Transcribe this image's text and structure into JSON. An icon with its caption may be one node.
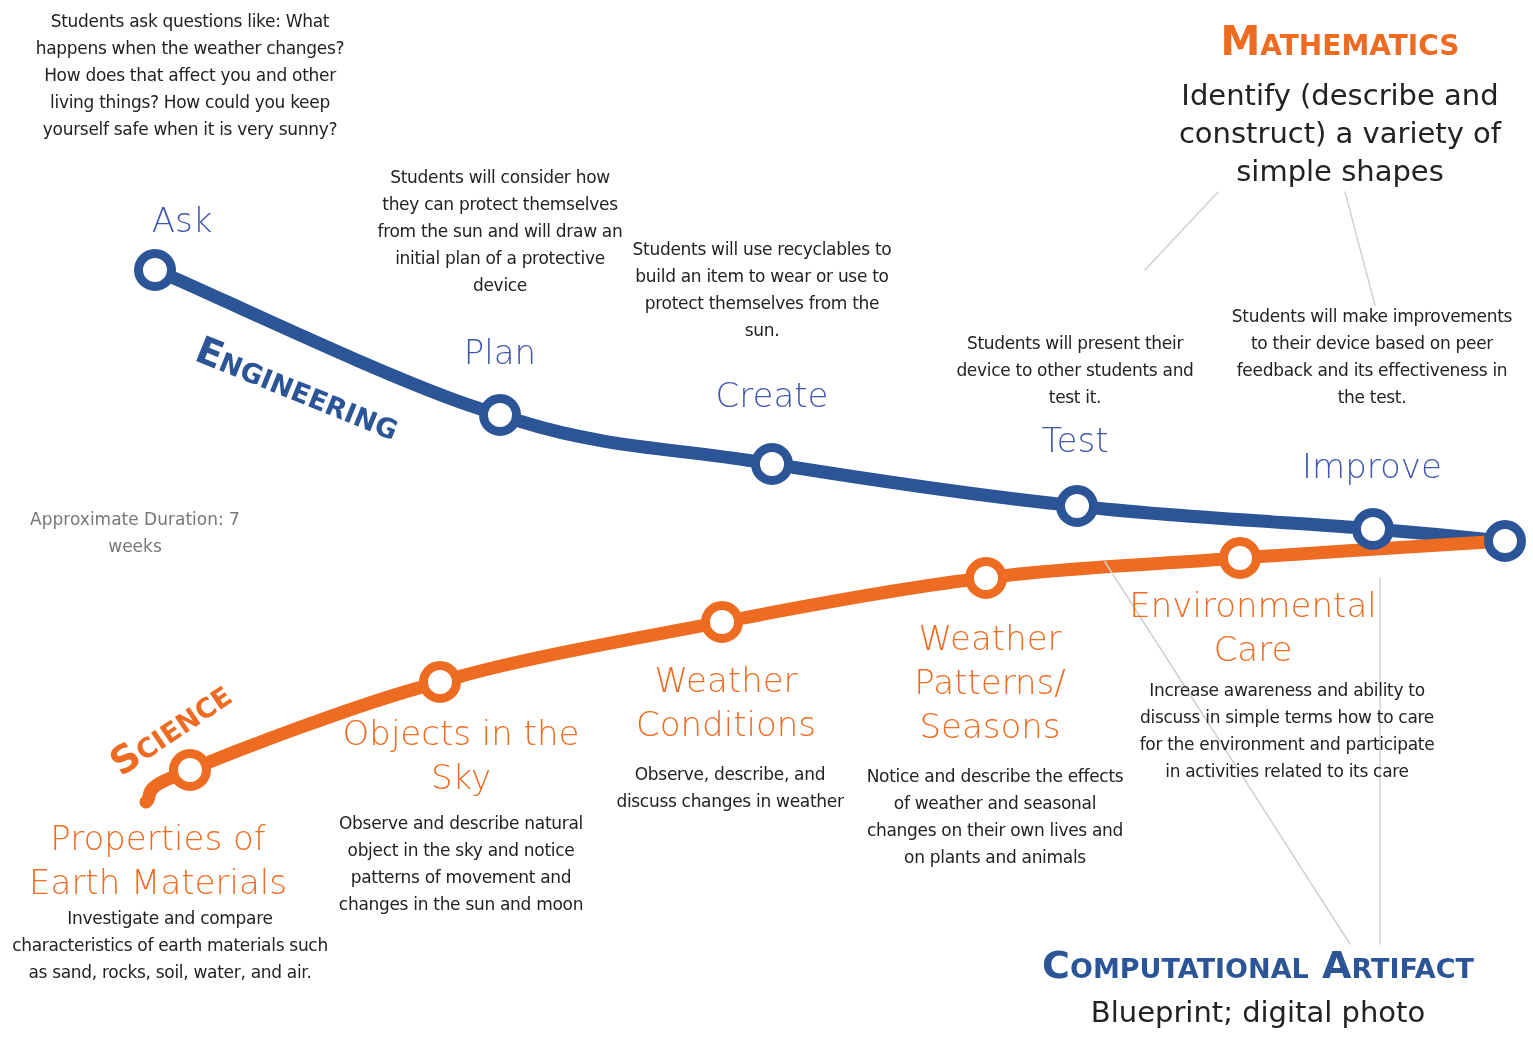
{
  "diagram": {
    "nodes": [
      {
        "text": [],
        "shape": "circle",
        "beside": [
          "Students ask questions like: What happens when the weather changes? How does that affect you and other living things? How could you keep yourself safe when it is very sunny?",
          "Ask"
        ]
      },
      {
        "text": [],
        "shape": "circle",
        "beside": [
          "Students will consider how they can protect themselves from the sun and will draw an initial plan of a protective device",
          "Plan"
        ]
      },
      {
        "text": [],
        "shape": "circle",
        "beside": [
          "Students will use recyclables to build an item to wear or use to protect themselves from the sun.",
          "Create"
        ]
      },
      {
        "text": [],
        "shape": "circle",
        "beside": [
          "Students will present their device to other students and test it.",
          "Test"
        ]
      },
      {
        "text": [],
        "shape": "circle",
        "beside": [
          "Students will make improvements to their device based on peer feedback and its effectiveness in the test.",
          "Improve"
        ]
      },
      {
        "text": [],
        "shape": "circle"
      },
      {
        "text": [],
        "shape": "circle",
        "beside": [
          "Properties of Earth Materials",
          "Investigate and compare characteristics of earth materials such as sand, rocks, soil, water, and air."
        ]
      },
      {
        "text": [],
        "shape": "circle",
        "beside": [
          "Objects in the Sky",
          "Observe and describe natural object in the sky and notice patterns of movement and changes in the sun and moon"
        ]
      },
      {
        "text": [],
        "shape": "circle",
        "beside": [
          "Weather Conditions",
          "Observe, describe, and discuss changes in weather"
        ]
      },
      {
        "text": [],
        "shape": "circle",
        "beside": [
          "Weather Patterns/ Seasons",
          "Notice and describe the effects of weather and seasonal changes on their own lives and on plants and animals"
        ]
      },
      {
        "text": [],
        "shape": "circle",
        "beside": [
          "Environmental Care",
          "Increase awareness and ability to discuss in simple terms how to care for the environment and participate in activities related to its care"
        ]
      },
      {
        "text": [
          "Mathematics",
          "Identify (describe and construct) a variety of simple shapes"
        ]
      },
      {
        "text": [
          "Computational Artifact",
          "Blueprint; digital photo"
        ]
      }
    ],
    "edges": [
      {
        "from": 0,
        "to": 1,
        "arrow": "none",
        "color": "#2b5597"
      },
      {
        "from": 1,
        "to": 2,
        "arrow": "none",
        "color": "#2b5597"
      },
      {
        "from": 2,
        "to": 3,
        "arrow": "none",
        "color": "#2b5597"
      },
      {
        "from": 3,
        "to": 4,
        "arrow": "none",
        "color": "#2b5597"
      },
      {
        "from": 4,
        "to": 5,
        "arrow": "none",
        "color": "#2b5597"
      },
      {
        "from": null,
        "to": 6,
        "arrow": "none",
        "color": "#ee6b22"
      },
      {
        "from": 6,
        "to": 7,
        "arrow": "none",
        "color": "#ee6b22"
      },
      {
        "from": 7,
        "to": 8,
        "arrow": "none",
        "color": "#ee6b22"
      },
      {
        "from": 8,
        "to": 9,
        "arrow": "none",
        "color": "#ee6b22"
      },
      {
        "from": 9,
        "to": 10,
        "arrow": "none",
        "color": "#ee6b22"
      },
      {
        "from": 10,
        "to": 5,
        "arrow": "none",
        "color": "#ee6b22"
      },
      {
        "from": 11,
        "to": null,
        "arrow": "none",
        "color": "#d0d0d0"
      },
      {
        "from": 11,
        "to": 4,
        "arrow": "none",
        "color": "#d0d0d0"
      },
      {
        "from": 12,
        "to": null,
        "arrow": "none",
        "color": "#d0d0d0"
      },
      {
        "from": 12,
        "to": 10,
        "arrow": "none",
        "color": "#d0d0d0"
      }
    ],
    "labels": [
      "Engineering",
      "Approximate Duration: 7 weeks",
      "Science"
    ]
  }
}
